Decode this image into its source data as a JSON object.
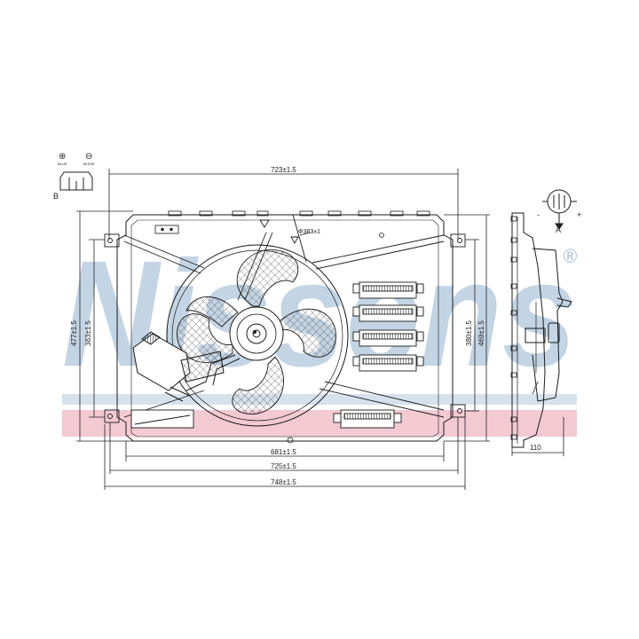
{
  "watermark": {
    "brand": "Nissens",
    "registered_mark": "®",
    "color": "#b9cde0",
    "band_blue": "#d5e2ee",
    "band_pink": "#f3c9d2"
  },
  "connector_b": {
    "view_label": "B",
    "plus_symbol": "⊕",
    "minus_symbol": "⊖",
    "plus_caption": "BLUE",
    "minus_caption": "BLK/W"
  },
  "connector_a": {
    "view_label": "A",
    "minus_symbol": "-",
    "plus_symbol": "+"
  },
  "dimensions": {
    "top_width": "723±1.5",
    "fan_diameter": "Φ383±1",
    "width_681": "681±1.5",
    "width_725": "725±1.5",
    "width_748": "748±1.5",
    "left_height_outer": "477±1.5",
    "left_height_inner": "383±1.5",
    "right_height_inner": "380±1.5",
    "right_height_outer": "469±1.5",
    "depth": "110"
  },
  "colors": {
    "line": "#1a1a1a",
    "hatch": "#444444"
  }
}
